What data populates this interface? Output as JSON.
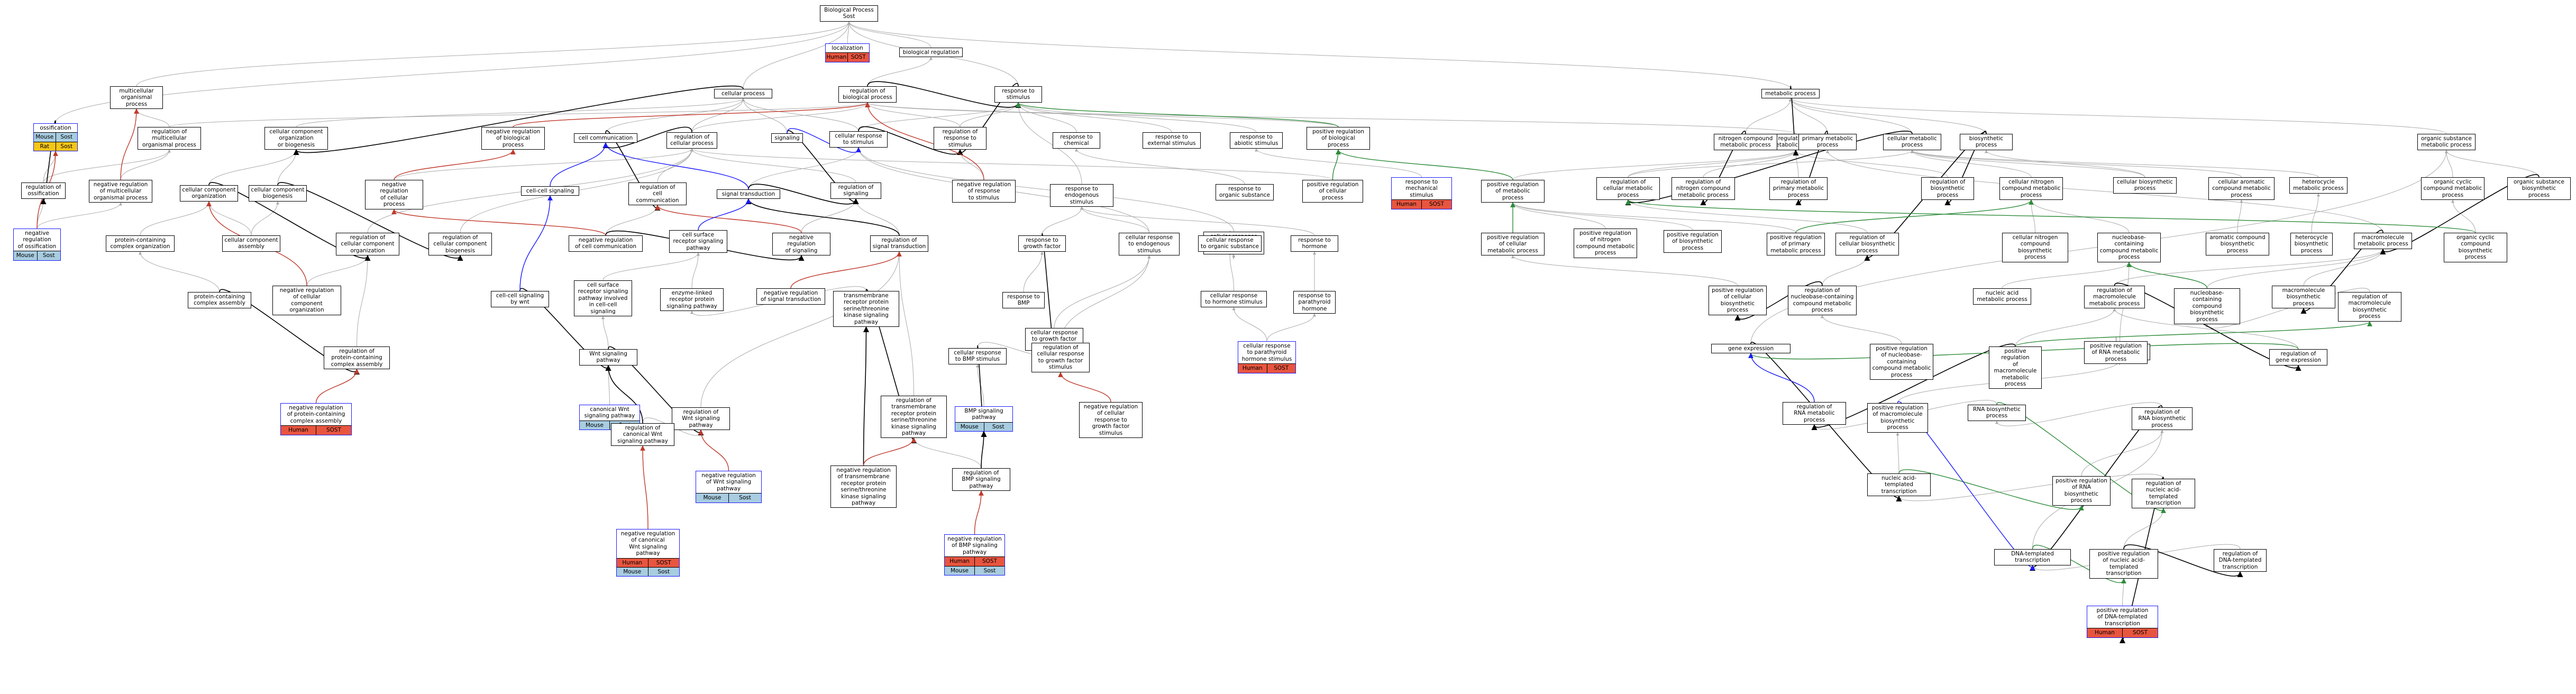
{
  "diagram": {
    "colors": {
      "Human": "#e8553f",
      "Mouse": "#a8cce0",
      "Sost": "#a8cce0",
      "Rat": "#f5c518",
      "gray": "#aaaaaa",
      "black": "#000000",
      "red": "#c0392b",
      "green": "#2e8b3a",
      "blue": "#1a1aff"
    },
    "nodes": [
      {
        "label": "Biological Process\nSost",
        "badges": []
      },
      {
        "label": "localization",
        "badges": [
          [
            "Human",
            "SOST"
          ]
        ]
      },
      {
        "label": "biological regulation",
        "badges": []
      },
      {
        "label": "regulation of\nbiological process",
        "badges": []
      },
      {
        "label": "response to\nstimulus",
        "badges": []
      },
      {
        "label": "metabolic process",
        "badges": []
      },
      {
        "label": "multicellular\norganismal process",
        "badges": []
      },
      {
        "label": "ossification",
        "badges": [
          [
            "Mouse",
            "Sost"
          ],
          [
            "Rat",
            "Sost"
          ]
        ]
      },
      {
        "label": "regulation of\nmulticellular\norganismal process",
        "badges": []
      },
      {
        "label": "regulation of\nossification",
        "badges": []
      },
      {
        "label": "negative regulation\nof multicellular\norganismal process",
        "badges": []
      },
      {
        "label": "negative regulation\nof ossification",
        "badges": [
          [
            "Mouse",
            "Sost"
          ]
        ]
      },
      {
        "label": "cellular component\norganization\nor biogenesis",
        "badges": []
      },
      {
        "label": "negative regulation\nof biological\nprocess",
        "badges": []
      },
      {
        "label": "cellular process",
        "badges": []
      },
      {
        "label": "regulation of\ncellular process",
        "badges": []
      },
      {
        "label": "signaling",
        "badges": []
      },
      {
        "label": "cellular response\nto stimulus",
        "badges": []
      },
      {
        "label": "regulation of\nresponse to\nstimulus",
        "badges": []
      },
      {
        "label": "response to\nchemical",
        "badges": []
      },
      {
        "label": "response to\nexternal stimulus",
        "badges": []
      },
      {
        "label": "response to\nabiotic stimulus",
        "badges": []
      },
      {
        "label": "positive regulation\nof biological\nprocess",
        "badges": []
      },
      {
        "label": "cell communication",
        "badges": []
      },
      {
        "label": "cellular component\norganization",
        "badges": []
      },
      {
        "label": "cellular component\nbiogenesis",
        "badges": []
      },
      {
        "label": "negative regulation\nof cellular\nprocess",
        "badges": []
      },
      {
        "label": "regulation of\ncell communication",
        "badges": []
      },
      {
        "label": "regulation of\nsignaling",
        "badges": []
      },
      {
        "label": "signal transduction",
        "badges": []
      },
      {
        "label": "negative regulation\nof response\nto stimulus",
        "badges": []
      },
      {
        "label": "response to\nendogenous stimulus",
        "badges": []
      },
      {
        "label": "response to\norganic substance",
        "badges": []
      },
      {
        "label": "positive regulation\nof cellular\nprocess",
        "badges": []
      },
      {
        "label": "response to\nmechanical stimulus",
        "badges": [
          [
            "Human",
            "SOST"
          ]
        ]
      },
      {
        "label": "protein-containing\ncomplex organization",
        "badges": []
      },
      {
        "label": "cellular component\nassembly",
        "badges": []
      },
      {
        "label": "regulation of\ncellular component\norganization",
        "badges": []
      },
      {
        "label": "regulation of\ncellular component\nbiogenesis",
        "badges": []
      },
      {
        "label": "cell-cell signaling",
        "badges": []
      },
      {
        "label": "negative regulation\nof cell communication",
        "badges": []
      },
      {
        "label": "cell surface\nreceptor signaling\npathway",
        "badges": []
      },
      {
        "label": "negative regulation\nof signaling",
        "badges": []
      },
      {
        "label": "regulation of\nsignal transduction",
        "badges": []
      },
      {
        "label": "response to\ngrowth factor",
        "badges": []
      },
      {
        "label": "cellular response\nto endogenous\nstimulus",
        "badges": []
      },
      {
        "label": "cellular response\nto chemical\nstimulus",
        "badges": []
      },
      {
        "label": "cellular response\nto organic substance",
        "badges": []
      },
      {
        "label": "response to\nhormone",
        "badges": []
      },
      {
        "label": "protein-containing\ncomplex assembly",
        "badges": []
      },
      {
        "label": "negative regulation\nof cellular\ncomponent organization",
        "badges": []
      },
      {
        "label": "cell-cell signaling\nby wnt",
        "badges": []
      },
      {
        "label": "cell surface\nreceptor signaling\npathway involved\nin cell-cell\nsignaling",
        "badges": []
      },
      {
        "label": "enzyme-linked\nreceptor protein\nsignaling pathway",
        "badges": []
      },
      {
        "label": "negative regulation\nof signal transduction",
        "badges": []
      },
      {
        "label": "response to\nBMP",
        "badges": []
      },
      {
        "label": "cellular response\nto growth factor\nstimulus",
        "badges": []
      },
      {
        "label": "cellular response\nto hormone stimulus",
        "badges": []
      },
      {
        "label": "response to\nparathyroid\nhormone",
        "badges": []
      },
      {
        "label": "regulation of\nprotein-containing\ncomplex assembly",
        "badges": []
      },
      {
        "label": "Wnt signaling\npathway",
        "badges": []
      },
      {
        "label": "transmembrane\nreceptor protein\nserine/threonine\nkinase signaling\npathway",
        "badges": []
      },
      {
        "label": "cellular response\nto BMP stimulus",
        "badges": []
      },
      {
        "label": "regulation of\ncellular response\nto growth factor\nstimulus",
        "badges": []
      },
      {
        "label": "cellular response\nto parathyroid\nhormone stimulus",
        "badges": [
          [
            "Human",
            "SOST"
          ]
        ]
      },
      {
        "label": "negative regulation\nof protein-containing\ncomplex assembly",
        "badges": [
          [
            "Human",
            "SOST"
          ]
        ]
      },
      {
        "label": "canonical Wnt\nsignaling pathway",
        "badges": [
          [
            "Mouse",
            "Sost"
          ]
        ]
      },
      {
        "label": "regulation of\nWnt signaling\npathway",
        "badges": []
      },
      {
        "label": "regulation of\ntransmembrane\nreceptor protein\nserine/threonine\nkinase signaling\npathway",
        "badges": []
      },
      {
        "label": "BMP signaling\npathway",
        "badges": [
          [
            "Mouse",
            "Sost"
          ]
        ]
      },
      {
        "label": "negative regulation\nof cellular\nresponse to\ngrowth factor\nstimulus",
        "badges": []
      },
      {
        "label": "regulation of\ncanonical Wnt\nsignaling pathway",
        "badges": []
      },
      {
        "label": "negative regulation\nof Wnt signaling\npathway",
        "badges": [
          [
            "Mouse",
            "Sost"
          ]
        ]
      },
      {
        "label": "negative regulation\nof transmembrane\nreceptor protein\nserine/threonine\nkinase signaling\npathway",
        "badges": []
      },
      {
        "label": "regulation of\nBMP signaling\npathway",
        "badges": []
      },
      {
        "label": "negative regulation\nof canonical\nWnt signaling\npathway",
        "badges": [
          [
            "Human",
            "SOST"
          ],
          [
            "Mouse",
            "Sost"
          ]
        ]
      },
      {
        "label": "negative regulation\nof BMP signaling\npathway",
        "badges": [
          [
            "Human",
            "SOST"
          ],
          [
            "Mouse",
            "Sost"
          ]
        ]
      },
      {
        "label": "regulation of\nmetabolic process",
        "badges": []
      },
      {
        "label": "nitrogen compound\nmetabolic process",
        "badges": []
      },
      {
        "label": "primary metabolic\nprocess",
        "badges": []
      },
      {
        "label": "cellular metabolic\nprocess",
        "badges": []
      },
      {
        "label": "biosynthetic\nprocess",
        "badges": []
      },
      {
        "label": "organic substance\nmetabolic process",
        "badges": []
      },
      {
        "label": "positive regulation\nof metabolic\nprocess",
        "badges": []
      },
      {
        "label": "regulation of\ncellular metabolic\nprocess",
        "badges": []
      },
      {
        "label": "regulation of\nnitrogen compound\nmetabolic process",
        "badges": []
      },
      {
        "label": "regulation of\nprimary metabolic\nprocess",
        "badges": []
      },
      {
        "label": "regulation of\nbiosynthetic\nprocess",
        "badges": []
      },
      {
        "label": "cellular nitrogen\ncompound metabolic\nprocess",
        "badges": []
      },
      {
        "label": "cellular biosynthetic\nprocess",
        "badges": []
      },
      {
        "label": "cellular aromatic\ncompound metabolic\nprocess",
        "badges": []
      },
      {
        "label": "heterocycle\nmetabolic process",
        "badges": []
      },
      {
        "label": "organic cyclic\ncompound metabolic\nprocess",
        "badges": []
      },
      {
        "label": "organic substance\nbiosynthetic\nprocess",
        "badges": []
      },
      {
        "label": "positive regulation\nof cellular\nmetabolic process",
        "badges": []
      },
      {
        "label": "positive regulation\nof nitrogen\ncompound metabolic\nprocess",
        "badges": []
      },
      {
        "label": "positive regulation\nof biosynthetic\nprocess",
        "badges": []
      },
      {
        "label": "positive regulation\nof primary\nmetabolic process",
        "badges": []
      },
      {
        "label": "regulation of\ncellular biosynthetic\nprocess",
        "badges": []
      },
      {
        "label": "cellular nitrogen\ncompound biosynthetic\nprocess",
        "badges": []
      },
      {
        "label": "nucleobase-containing\ncompound metabolic\nprocess",
        "badges": []
      },
      {
        "label": "aromatic compound\nbiosynthetic\nprocess",
        "badges": []
      },
      {
        "label": "heterocycle\nbiosynthetic\nprocess",
        "badges": []
      },
      {
        "label": "macromolecule\nmetabolic process",
        "badges": []
      },
      {
        "label": "organic cyclic\ncompound biosynthetic\nprocess",
        "badges": []
      },
      {
        "label": "positive regulation\nof cellular\nbiosynthetic\nprocess",
        "badges": []
      },
      {
        "label": "regulation of\nnucleobase-containing\ncompound metabolic\nprocess",
        "badges": []
      },
      {
        "label": "nucleic acid\nmetabolic process",
        "badges": []
      },
      {
        "label": "regulation of\nmacromolecule\nmetabolic process",
        "badges": []
      },
      {
        "label": "nucleobase-containing\ncompound biosynthetic\nprocess",
        "badges": []
      },
      {
        "label": "macromolecule\nbiosynthetic\nprocess",
        "badges": []
      },
      {
        "label": "gene expression",
        "badges": []
      },
      {
        "label": "positive regulation\nof nucleobase-containing\ncompound metabolic\nprocess",
        "badges": []
      },
      {
        "label": "positive regulation\nof macromolecule\nmetabolic process",
        "badges": []
      },
      {
        "label": "RNA metabolic\nprocess",
        "badges": []
      },
      {
        "label": "regulation of\nmacromolecule\nbiosynthetic\nprocess",
        "badges": []
      },
      {
        "label": "regulation of\ngene expression",
        "badges": []
      },
      {
        "label": "regulation of\nRNA metabolic\nprocess",
        "badges": []
      },
      {
        "label": "positive regulation\nof macromolecule\nbiosynthetic\nprocess",
        "badges": []
      },
      {
        "label": "RNA biosynthetic\nprocess",
        "badges": []
      },
      {
        "label": "positive regulation\nof RNA metabolic\nprocess",
        "badges": []
      },
      {
        "label": "regulation of\nRNA biosynthetic\nprocess",
        "badges": []
      },
      {
        "label": "nucleic acid-templated\ntranscription",
        "badges": []
      },
      {
        "label": "positive regulation\nof RNA biosynthetic\nprocess",
        "badges": []
      },
      {
        "label": "regulation of\nnucleic acid-templated\ntranscription",
        "badges": []
      },
      {
        "label": "DNA-templated\ntranscription",
        "badges": []
      },
      {
        "label": "positive regulation\nof nucleic acid-templated\ntranscription",
        "badges": []
      },
      {
        "label": "regulation of\nDNA-templated\ntranscription",
        "badges": []
      },
      {
        "label": "positive regulation\nof DNA-templated\ntranscription",
        "badges": [
          [
            "Human",
            "SOST"
          ]
        ]
      }
    ]
  }
}
